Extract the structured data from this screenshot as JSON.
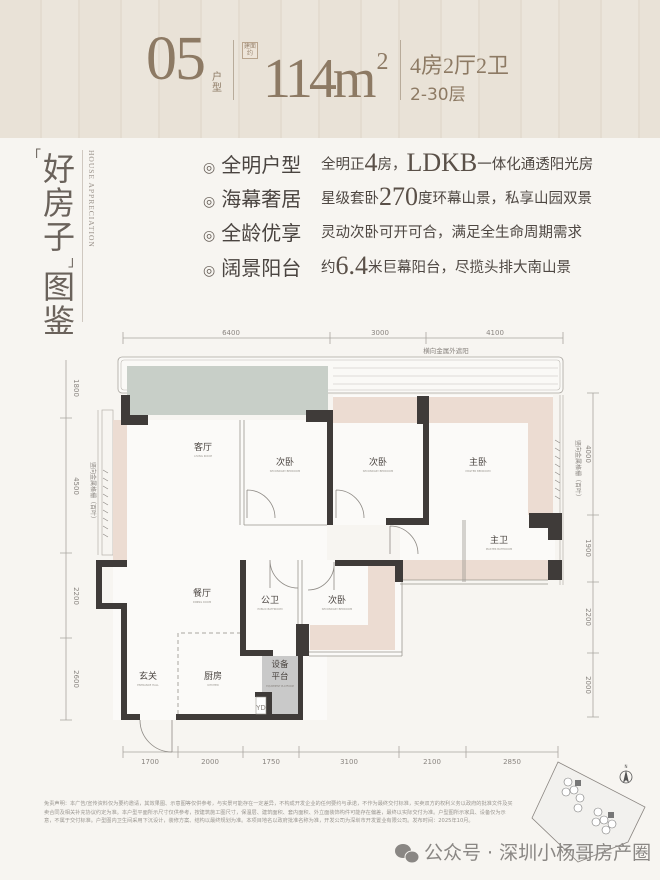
{
  "header": {
    "type_number": "05",
    "type_word": "户型",
    "area_label": "建面约",
    "area_value": "114m",
    "area_unit_sup": "2",
    "layout": "4房2厅2卫",
    "floors": "2-30层"
  },
  "intro": {
    "title_chars": [
      "好",
      "房",
      "子",
      "图",
      "鉴"
    ],
    "bracket_open": "「",
    "bracket_close": "」",
    "english": "HOUSE APPRECIATION"
  },
  "features": [
    {
      "bullet": "◎",
      "title": "全明户型",
      "pre": "全明正",
      "big": "4",
      "post": "房，",
      "big2": "LDKB",
      "post2": "一体化通透阳光房"
    },
    {
      "bullet": "◎",
      "title": "海幕奢居",
      "pre": "星级套卧",
      "big": "270",
      "post": "度环幕山景，私享山园双景"
    },
    {
      "bullet": "◎",
      "title": "全龄优享",
      "pre": "灵动次卧可开可合，满足全生命周期需求"
    },
    {
      "bullet": "◎",
      "title": "阔景阳台",
      "pre": "约",
      "big": "6.4",
      "post": "米巨幕阳台，尽揽头排大南山景"
    }
  ],
  "plan": {
    "rooms": [
      {
        "cn": "客厅",
        "en": "LIVING ROOM"
      },
      {
        "cn": "次卧",
        "en": "SECONDARY BEDROOM"
      },
      {
        "cn": "次卧",
        "en": "SECONDARY BEDROOM"
      },
      {
        "cn": "主卧",
        "en": "MASTER BEDROOM"
      },
      {
        "cn": "主卫",
        "en": "MASTER BATHROOM"
      },
      {
        "cn": "餐厅",
        "en": "DINING ROOM"
      },
      {
        "cn": "公卫",
        "en": "PUBLIC BATHROOM"
      },
      {
        "cn": "次卧",
        "en": "SECONDARY BEDROOM"
      },
      {
        "cn": "玄关",
        "en": "ENTRANCE HALL"
      },
      {
        "cn": "厨房",
        "en": "KITCHEN"
      }
    ],
    "equipment_platform": [
      "设备",
      "平台"
    ],
    "equipment_platform_en": "EQUIPMENT PLATFORM",
    "yd": "YD",
    "top_dims": [
      "6400",
      "3000",
      "4100"
    ],
    "bottom_dims": [
      "1700",
      "2000",
      "1750",
      "3100",
      "2100",
      "2850"
    ],
    "left_dims": [
      "1800",
      "4500",
      "2200",
      "2600"
    ],
    "right_dims": [
      "4000",
      "1900",
      "2200",
      "2000"
    ],
    "sunshade_note": "横向金属外遮阳",
    "grille_note_left": "竖向金属格栅（百叶）",
    "grille_note_right": "竖向金属格栅（百叶）"
  },
  "colors": {
    "wall": "#3f3b39",
    "balcony": "#c8cfc8",
    "accent_pink": "#ecdcd2",
    "equipment": "#c9c9c9",
    "header_gold": "#8d7a64"
  },
  "footer": {
    "disclaimer": "免责声明：本广告/宣传资料仅为要约邀请，其效果图、示意图等仅供参考，与实景可能存在一定差异，不构成开发企业的任何要约与承诺，不作为最终交付标准，买卖双方的权利义务以政府的批准文件及买卖合同及相关补充协议约定为准。本户型平面所示尺寸仅供参考，按建筑施工图尺寸，保温层、建筑面积、套内面积、外立面装饰构件可能存在偏差，最终以实际交付为准。户型图所示家具、设备仅为示意，不属于交付标准。户型图内卫生间采用下沉设计，装修方案、结构以最终规划为准。本项目地名以政府批准名称为准，开发公司为深圳市开发置业有限公司。发布时间：2025年10月。",
    "compass_label": "N",
    "watermark": "公众号 · 深圳小杨哥房产圈"
  }
}
